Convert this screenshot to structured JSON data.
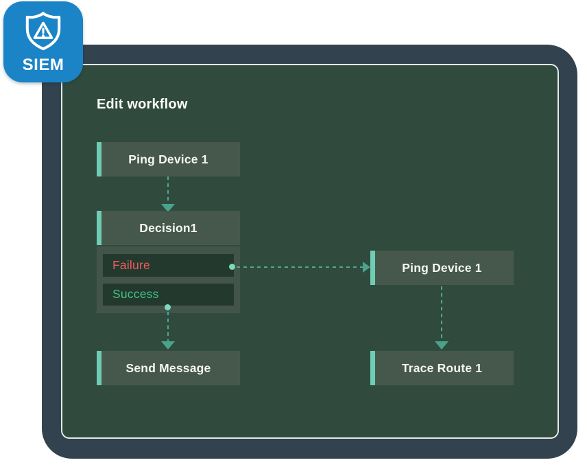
{
  "badge": {
    "label": "SIEM",
    "icon": "shield-alert-icon"
  },
  "panel": {
    "title": "Edit workflow"
  },
  "workflow": {
    "nodes": [
      {
        "id": "ping-device-1",
        "label": "Ping Device 1"
      },
      {
        "id": "decision-1",
        "label": "Decision1",
        "branches": [
          {
            "id": "failure",
            "label": "Failure"
          },
          {
            "id": "success",
            "label": "Success"
          }
        ]
      },
      {
        "id": "send-message",
        "label": "Send Message"
      },
      {
        "id": "ping-device-1-right",
        "label": "Ping Device 1"
      },
      {
        "id": "trace-route-1",
        "label": "Trace Route 1"
      }
    ],
    "connections": [
      {
        "from": "ping-device-1",
        "to": "decision-1",
        "style": "dashed-arrow"
      },
      {
        "from": "decision-1.failure",
        "to": "ping-device-1-right",
        "style": "dashed-arrow-with-dot"
      },
      {
        "from": "decision-1.success",
        "to": "send-message",
        "style": "dashed-arrow-with-dot"
      },
      {
        "from": "ping-device-1-right",
        "to": "trace-route-1",
        "style": "dashed-arrow"
      }
    ]
  },
  "colors": {
    "badge_bg": "#1a84c6",
    "outer_bg": "#32434f",
    "panel_bg": "#304b3e",
    "panel_border": "#e7eae6",
    "node_bg": "#46584c",
    "group_bg": "#43554a",
    "branch_bg": "#24392e",
    "accent_teal": "#6fcdb3",
    "connector": "#4ea892",
    "arrowhead": "#4aa28b",
    "dot": "#7ed8bf",
    "failure_text": "#f05c5c",
    "success_text": "#41c283",
    "text": "#f5f6f4"
  }
}
